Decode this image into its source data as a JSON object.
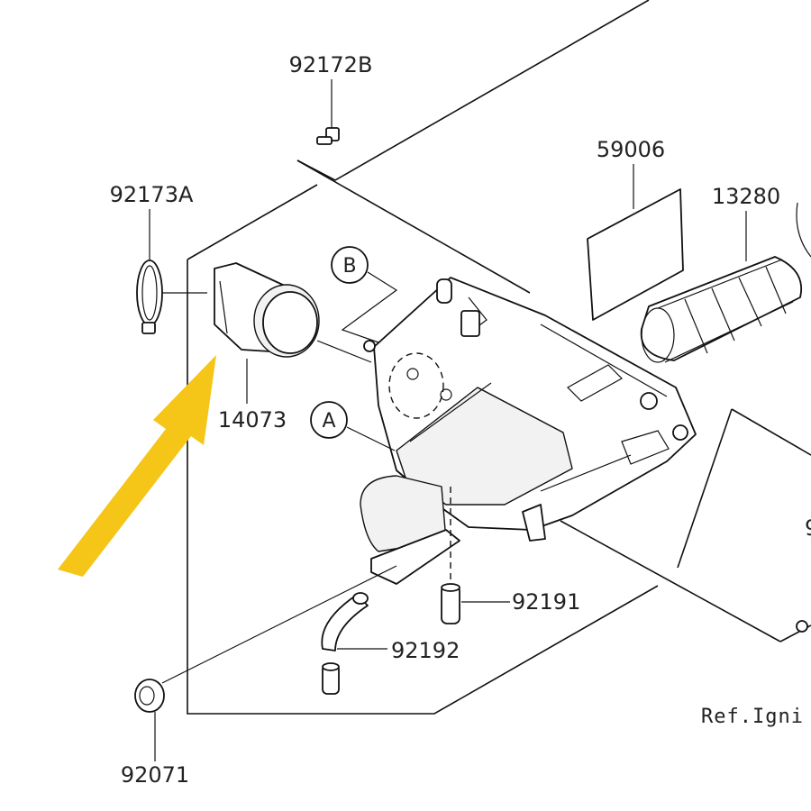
{
  "diagram": {
    "part_labels": {
      "p92172B": "92172B",
      "p59006": "59006",
      "p13280": "13280",
      "p92173A": "92173A",
      "p14073": "14073",
      "p92191": "92191",
      "p92192": "92192",
      "p92071": "92071",
      "pCutoff": "9"
    },
    "callouts": {
      "A": "A",
      "B": "B"
    },
    "reference_text": "Ref.Igni",
    "colors": {
      "arrow": "#F5C518",
      "line": "#111111"
    },
    "icons": {
      "pointer": "highlight-arrow-icon"
    }
  }
}
